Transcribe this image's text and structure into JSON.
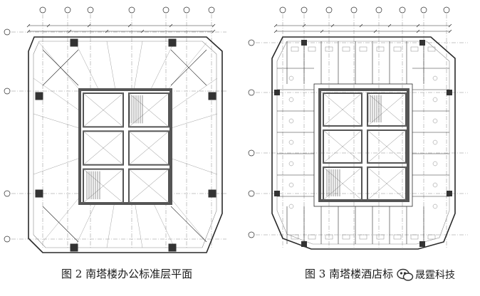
{
  "figures": [
    {
      "caption": "图 2  南塔楼办公标准层平面"
    },
    {
      "caption": "图 3  南塔楼酒店标"
    }
  ],
  "watermark": {
    "text": "晟霆科技",
    "icon": "wechat-brand-icon"
  },
  "colors": {
    "ink": "#2a2a2a",
    "wall": "#555555",
    "grid": "#8a8a8a",
    "paper": "#ffffff"
  }
}
